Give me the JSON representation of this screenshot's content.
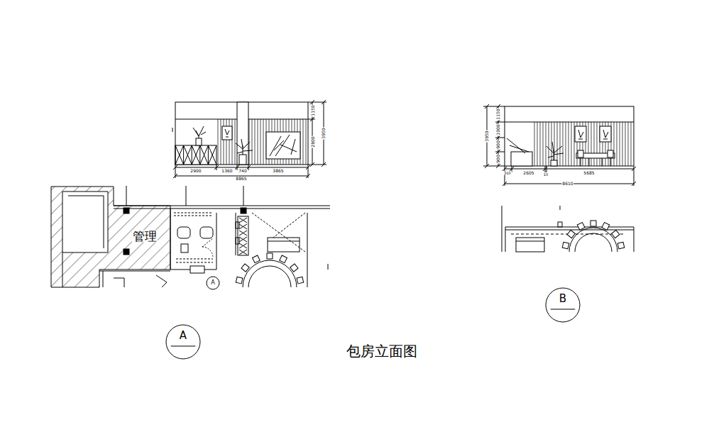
{
  "diagram": {
    "title": "包房立面图",
    "nodes": [
      {
        "text": [
          "A"
        ]
      },
      {
        "text": [
          "B"
        ]
      },
      {
        "text": [
          "A"
        ]
      }
    ],
    "labels": [
      "1150",
      "2800",
      "3950",
      "2900",
      "1360",
      "740",
      "3865",
      "8865",
      "1150",
      "1000",
      "900",
      "900",
      "3950",
      "310",
      "2605",
      "10",
      "5685",
      "8610",
      "管理"
    ]
  }
}
